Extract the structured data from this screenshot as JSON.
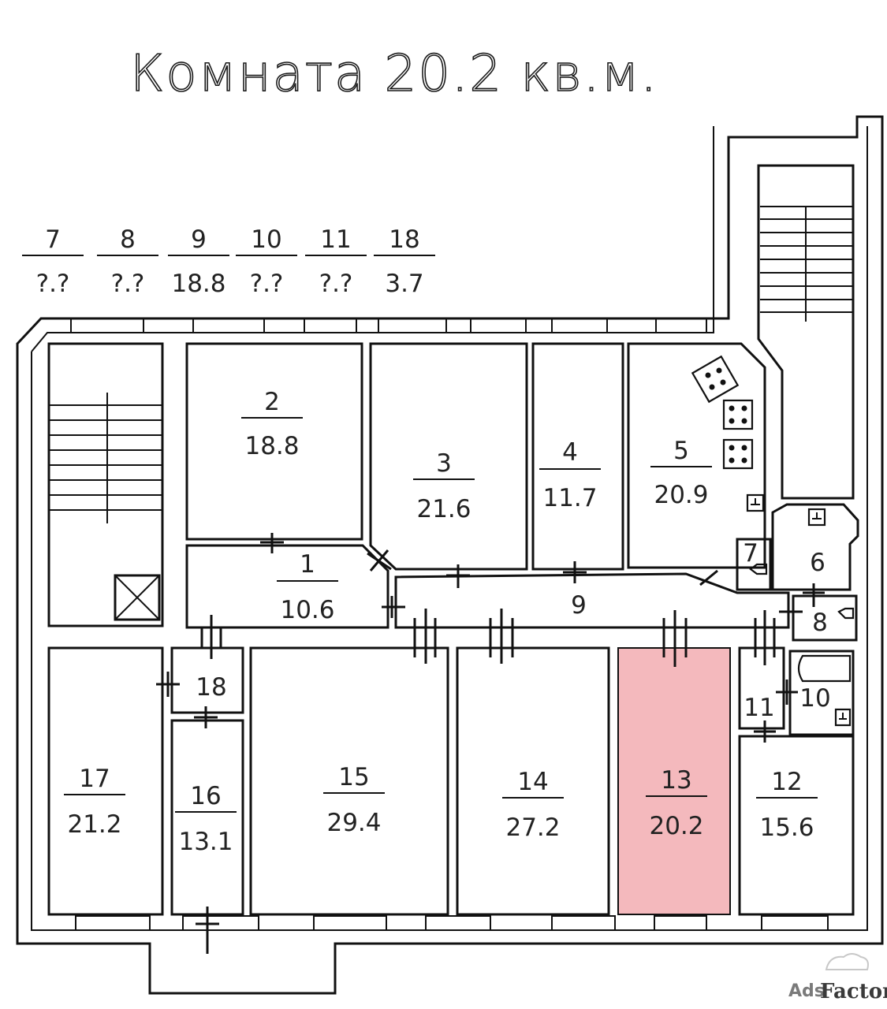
{
  "title": "Комната 20.2 кв.м.",
  "highlight_color": "#f4b9bd",
  "legend": [
    {
      "num": "7",
      "area": "?.?"
    },
    {
      "num": "8",
      "area": "?.?"
    },
    {
      "num": "9",
      "area": "18.8"
    },
    {
      "num": "10",
      "area": "?.?"
    },
    {
      "num": "11",
      "area": "?.?"
    },
    {
      "num": "18",
      "area": "3.7"
    }
  ],
  "rooms": [
    {
      "num": "1",
      "area": "10.6"
    },
    {
      "num": "2",
      "area": "18.8"
    },
    {
      "num": "3",
      "area": "21.6"
    },
    {
      "num": "4",
      "area": "11.7"
    },
    {
      "num": "5",
      "area": "20.9"
    },
    {
      "num": "6",
      "area": ""
    },
    {
      "num": "7",
      "area": ""
    },
    {
      "num": "8",
      "area": ""
    },
    {
      "num": "9",
      "area": ""
    },
    {
      "num": "10",
      "area": ""
    },
    {
      "num": "11",
      "area": ""
    },
    {
      "num": "12",
      "area": "15.6"
    },
    {
      "num": "13",
      "area": "20.2",
      "highlighted": true
    },
    {
      "num": "14",
      "area": "27.2"
    },
    {
      "num": "15",
      "area": "29.4"
    },
    {
      "num": "16",
      "area": "13.1"
    },
    {
      "num": "17",
      "area": "21.2"
    },
    {
      "num": "18",
      "area": ""
    }
  ],
  "watermark": {
    "part1": "Ads",
    "part2": "Factory"
  }
}
